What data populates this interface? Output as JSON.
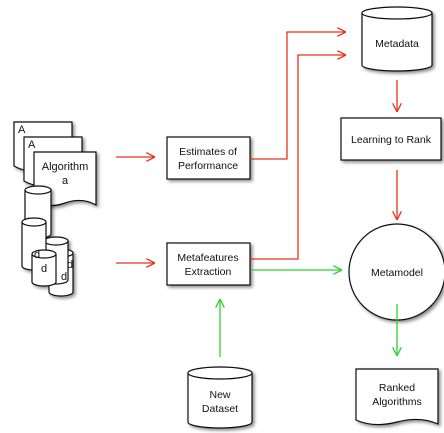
{
  "nodes": {
    "algorithm": {
      "label_line1": "Algorithm",
      "label_line2": "a",
      "stack_labels": [
        "A",
        "A"
      ]
    },
    "datasets": {
      "labels": [
        "d",
        "d",
        "d",
        "d"
      ]
    },
    "estimates": {
      "label_line1": "Estimates of",
      "label_line2": "Performance"
    },
    "metafeatures": {
      "label_line1": "Metafeatures",
      "label_line2": "Extraction"
    },
    "metadata": {
      "label": "Metadata"
    },
    "learning_to_rank": {
      "label": "Learning to Rank"
    },
    "metamodel": {
      "label": "Metamodel"
    },
    "new_dataset": {
      "label_line1": "New",
      "label_line2": "Dataset"
    },
    "ranked_algorithms": {
      "label_line1": "Ranked",
      "label_line2": "Algorithms"
    }
  },
  "colors": {
    "red_arrow": "#e8331c",
    "green_arrow": "#2fd12f",
    "stroke": "#111111",
    "fill": "#ffffff"
  }
}
